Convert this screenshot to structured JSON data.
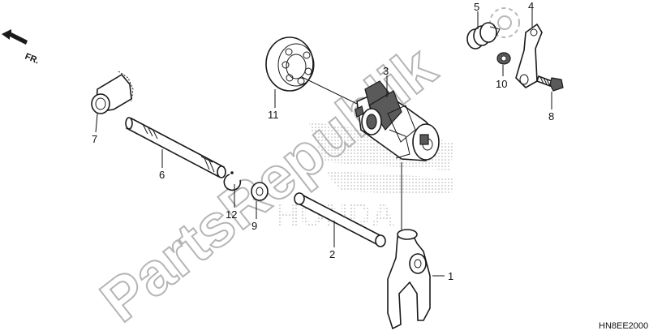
{
  "watermark": "PartsRepublik",
  "direction_label": "FR.",
  "diagram_code": "HN8EE2000",
  "callouts": [
    {
      "id": "1",
      "label": "1"
    },
    {
      "id": "2",
      "label": "2"
    },
    {
      "id": "3",
      "label": "3"
    },
    {
      "id": "4",
      "label": "4"
    },
    {
      "id": "5",
      "label": "5"
    },
    {
      "id": "6",
      "label": "6"
    },
    {
      "id": "7",
      "label": "7"
    },
    {
      "id": "8",
      "label": "8"
    },
    {
      "id": "9",
      "label": "9"
    },
    {
      "id": "10",
      "label": "10"
    },
    {
      "id": "11",
      "label": "11"
    },
    {
      "id": "12",
      "label": "12"
    }
  ]
}
